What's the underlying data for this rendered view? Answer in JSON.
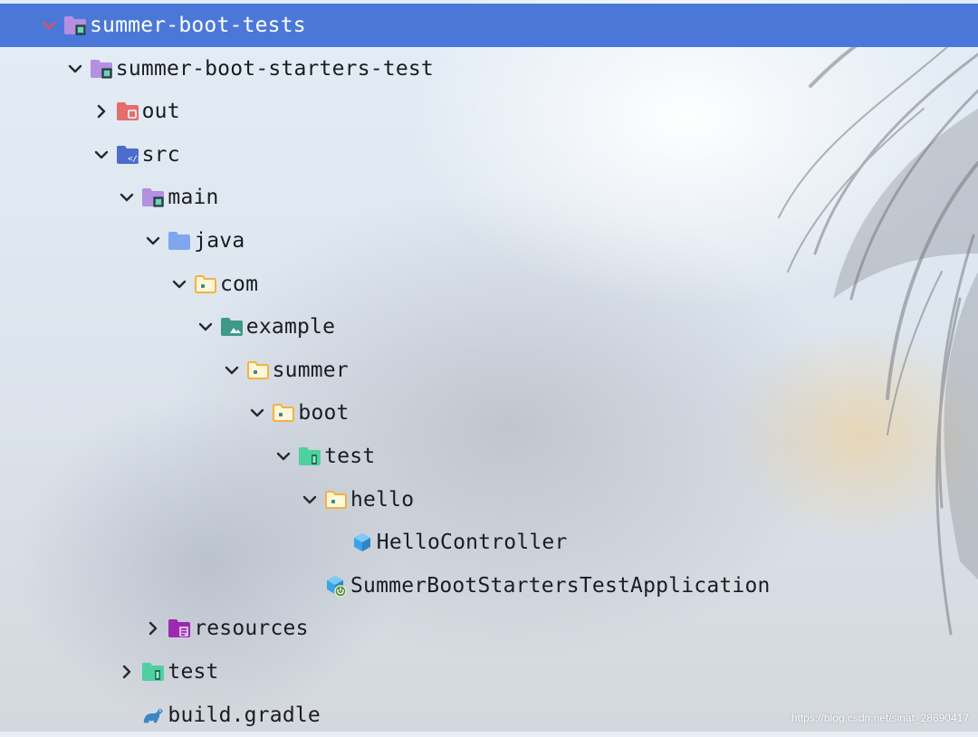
{
  "tree": [
    {
      "label": "summer-boot-tests",
      "indent": 0,
      "expanded": true,
      "icon": "module-folder-icon",
      "selected": true
    },
    {
      "label": "summer-boot-starters-test",
      "indent": 1,
      "expanded": true,
      "icon": "module-folder-icon"
    },
    {
      "label": "out",
      "indent": 2,
      "expanded": false,
      "icon": "excluded-folder-icon"
    },
    {
      "label": "src",
      "indent": 2,
      "expanded": true,
      "icon": "source-folder-icon"
    },
    {
      "label": "main",
      "indent": 3,
      "expanded": true,
      "icon": "module-folder-icon"
    },
    {
      "label": "java",
      "indent": 4,
      "expanded": true,
      "icon": "folder-icon"
    },
    {
      "label": "com",
      "indent": 5,
      "expanded": true,
      "icon": "package-folder-icon"
    },
    {
      "label": "example",
      "indent": 6,
      "expanded": true,
      "icon": "image-folder-icon"
    },
    {
      "label": "summer",
      "indent": 7,
      "expanded": true,
      "icon": "package-folder-icon"
    },
    {
      "label": "boot",
      "indent": 8,
      "expanded": true,
      "icon": "package-folder-icon"
    },
    {
      "label": "test",
      "indent": 9,
      "expanded": true,
      "icon": "test-folder-icon"
    },
    {
      "label": "hello",
      "indent": 10,
      "expanded": true,
      "icon": "package-folder-icon"
    },
    {
      "label": "HelloController",
      "indent": 11,
      "icon": "class-icon"
    },
    {
      "label": "SummerBootStartersTestApplication",
      "indent": 10,
      "icon": "spring-boot-class-icon"
    },
    {
      "label": "resources",
      "indent": 4,
      "expanded": false,
      "icon": "resources-folder-icon"
    },
    {
      "label": "test",
      "indent": 3,
      "expanded": false,
      "icon": "test-folder-icon"
    },
    {
      "label": "build.gradle",
      "indent": 3,
      "icon": "gradle-icon"
    }
  ],
  "watermark": "https://blog.csdn.net/sinat_28690417",
  "colors": {
    "selection": "#4b78d8",
    "module_folder": "#b58fe0",
    "excluded_folder": "#e46d6d",
    "source_folder": "#4e6cc9",
    "folder": "#7fa7ef",
    "package_folder": "#f2b33b",
    "image_folder": "#3e9a88",
    "test_folder": "#4fd0a0",
    "resources_folder": "#9c2ab0",
    "class": "#3aa3e8",
    "gradle": "#3b87c4"
  }
}
